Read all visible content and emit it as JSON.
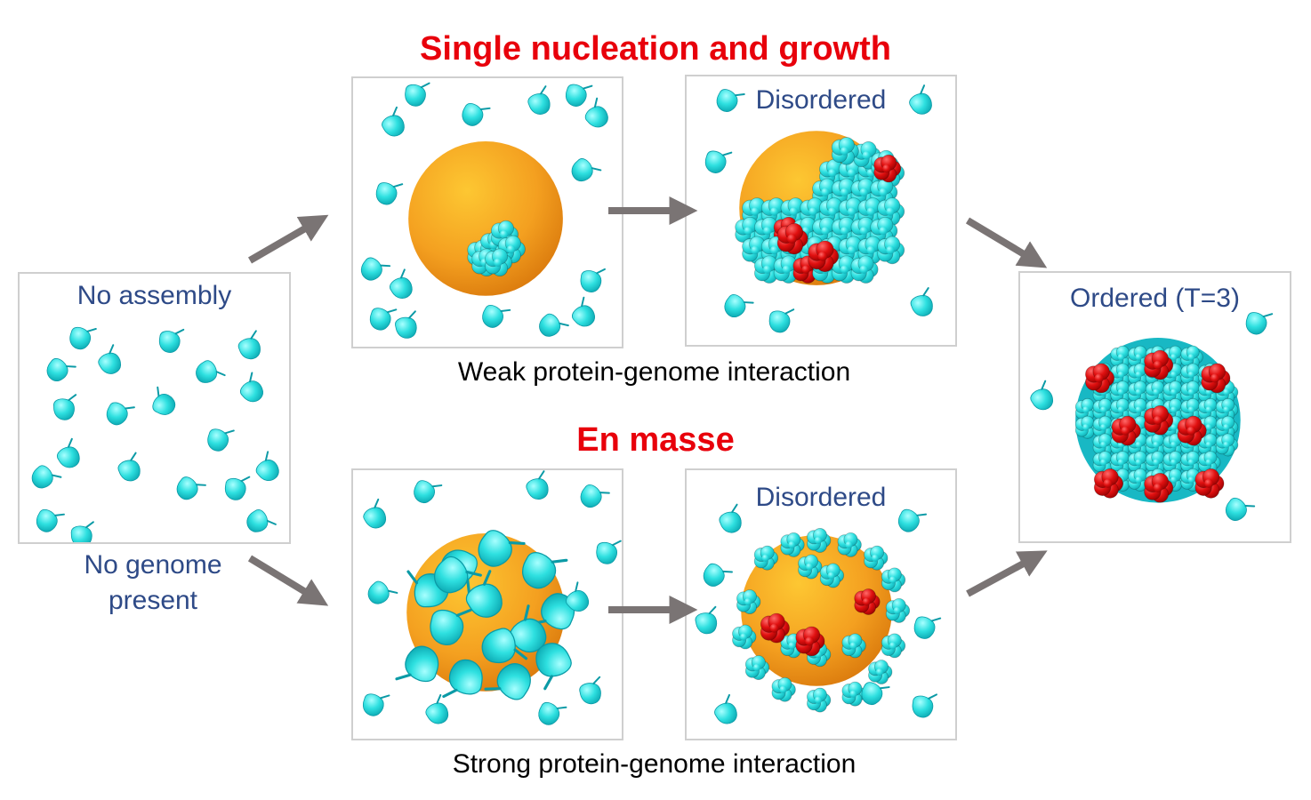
{
  "headings": {
    "top": "Single nucleation and growth",
    "bottom": "En masse"
  },
  "captions": {
    "weak": "Weak protein-genome interaction",
    "strong": "Strong protein-genome interaction"
  },
  "panels": {
    "start": {
      "label": "No assembly"
    },
    "top_disordered": {
      "label": "Disordered"
    },
    "bottom_disordered": {
      "label": "Disordered"
    },
    "ordered": {
      "label": "Ordered (T=3)"
    }
  },
  "side_labels": {
    "no_genome_line1": "No genome",
    "no_genome_line2": "present"
  },
  "colors": {
    "heading_red": "#e8000b",
    "label_blue": "#2e4a87",
    "protein_cyan": "#2ee0e0",
    "pentamer_red": "#e01010",
    "genome_orange": "#f4a020",
    "arrow_gray": "#7a7474"
  }
}
